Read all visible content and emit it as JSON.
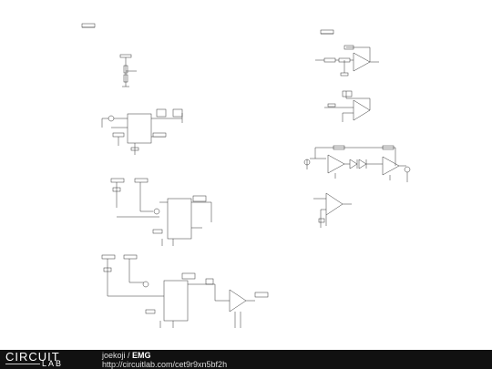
{
  "footer": {
    "logo_top": "CIRCUIT",
    "logo_bottom": "LAB",
    "author": "joekoji",
    "separator": " / ",
    "project": "EMG",
    "url": "http://circuitlab.com/cet9r9xn5bf2h"
  }
}
